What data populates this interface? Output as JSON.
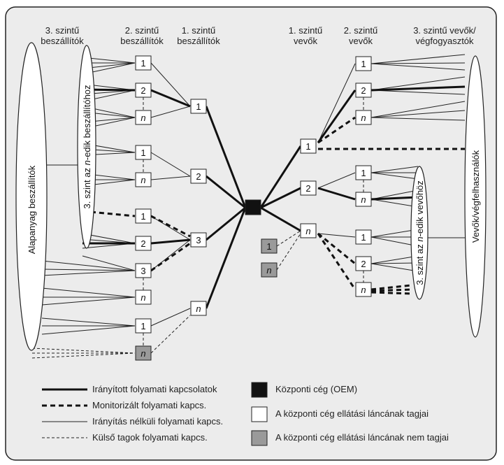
{
  "headers": {
    "supplier_t3": [
      "3. szintű",
      "beszállítók"
    ],
    "supplier_t2": [
      "2. szintű",
      "beszállítók"
    ],
    "supplier_t1": [
      "1. szintű",
      "beszállítók"
    ],
    "customer_t1": [
      "1. szintű",
      "vevők"
    ],
    "customer_t2": [
      "2. szintű",
      "vevők"
    ],
    "customer_t3": [
      "3. szintű vevők/",
      "végfogyasztók"
    ]
  },
  "ellipses": {
    "raw_material": "Alapanyag beszállítók",
    "supplier_nth_pre": "3. szint az ",
    "supplier_nth_n": "n",
    "supplier_nth_post": "-edik beszállítóhoz",
    "customer_nth_pre": "3. szint az ",
    "customer_nth_n": "n",
    "customer_nth_post": "-edik vevőhöz",
    "end_users": "Vevők/végfelhasználók"
  },
  "node_labels": {
    "one": "1",
    "two": "2",
    "three": "3",
    "n": "n"
  },
  "legend": {
    "managed": "Irányított folyamati kapcsolatok",
    "monitored": "Monitorizált folyamati kapcs.",
    "not_managed": "Irányítás nélküli folyamati kapcs.",
    "non_member": "Külső tagok folyamati kapcs.",
    "focal": "Központi cég (OEM)",
    "member": "A központi cég ellátási láncának tagjai",
    "nonmember_company": "A központi cég ellátási láncának nem tagjai"
  },
  "colors": {
    "focal_company": "#111111",
    "member": "#ffffff",
    "non_member": "#9a9a9a",
    "panel_background": "#eeeeee"
  }
}
